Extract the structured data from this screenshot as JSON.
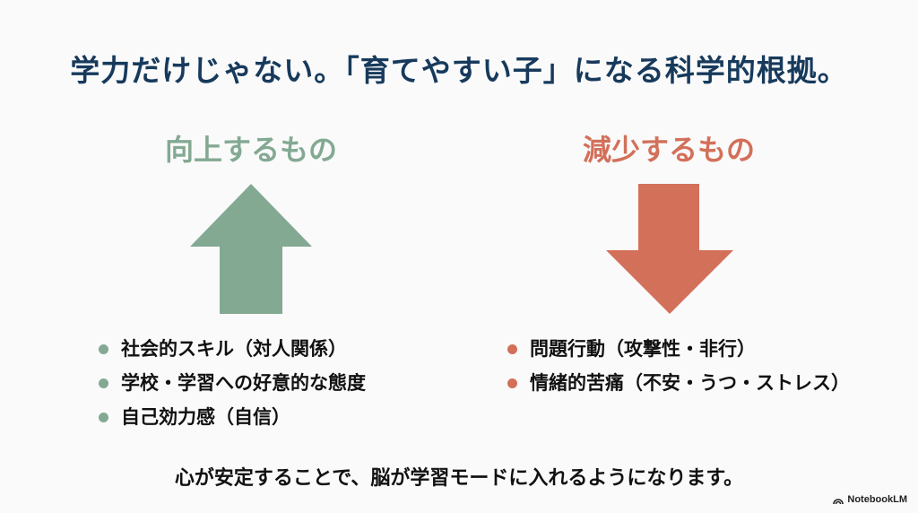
{
  "title": "学力だけじゃない。「育てやすい子」になる科学的根拠。",
  "increase": {
    "heading": "向上するもの",
    "items": [
      "社会的スキル（対人関係）",
      "学校・学習への好意的な態度",
      "自己効力感（自信）"
    ]
  },
  "decrease": {
    "heading": "減少するもの",
    "items": [
      "問題行動（攻撃性・非行）",
      "情緒的苦痛（不安・うつ・ストレス）"
    ]
  },
  "bottom_text": "心が安定することで、脳が学習モードに入れるようになります。",
  "logo": "NotebookLM",
  "colors": {
    "title": "#173a5c",
    "increase": "#83a993",
    "decrease": "#d3705a"
  }
}
